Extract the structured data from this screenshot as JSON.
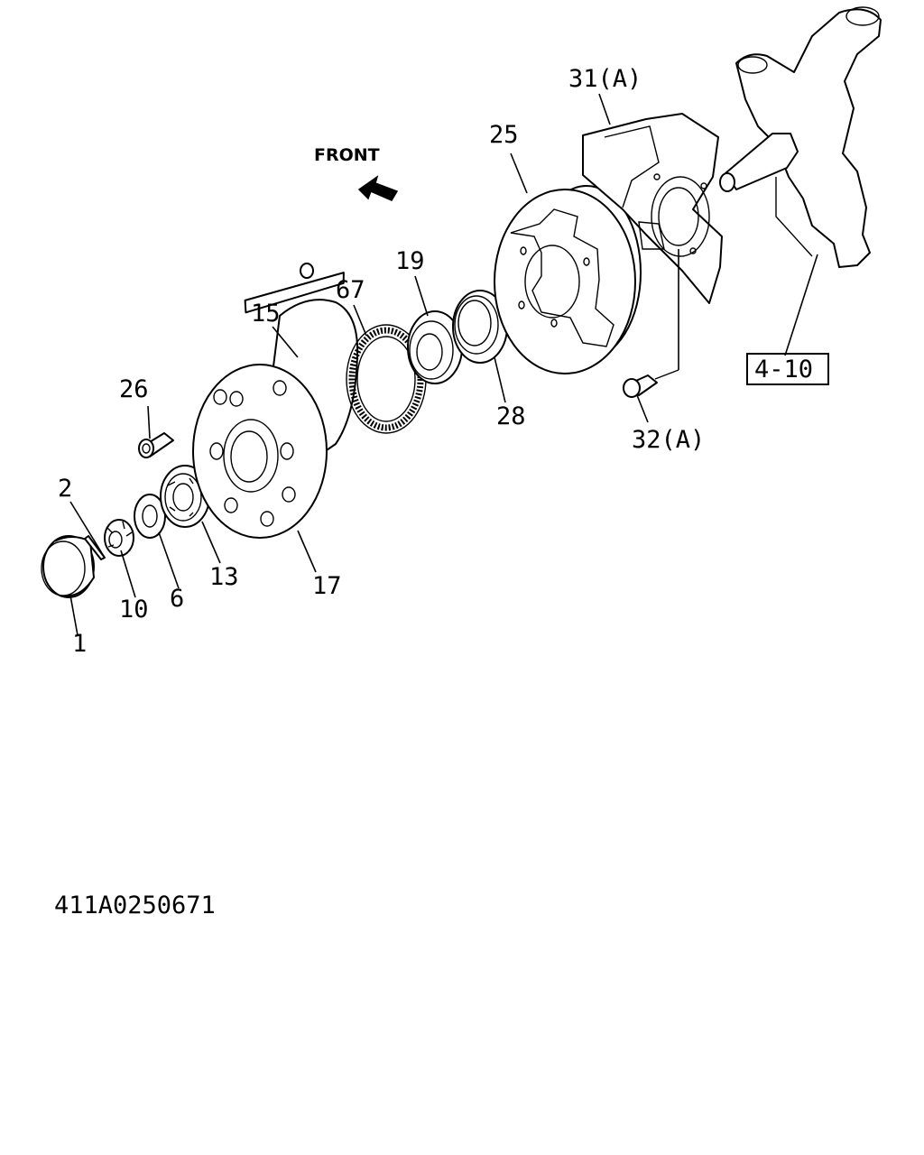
{
  "diagram": {
    "front_label": "FRONT",
    "code": "411A0250671",
    "labels": {
      "p1": "1",
      "p2": "2",
      "p6": "6",
      "p10": "10",
      "p13": "13",
      "p15": "15",
      "p17": "17",
      "p19": "19",
      "p25": "25",
      "p26": "26",
      "p28": "28",
      "p31": "31(A)",
      "p32": "32(A)",
      "p67": "67",
      "p410": "4-10"
    }
  }
}
